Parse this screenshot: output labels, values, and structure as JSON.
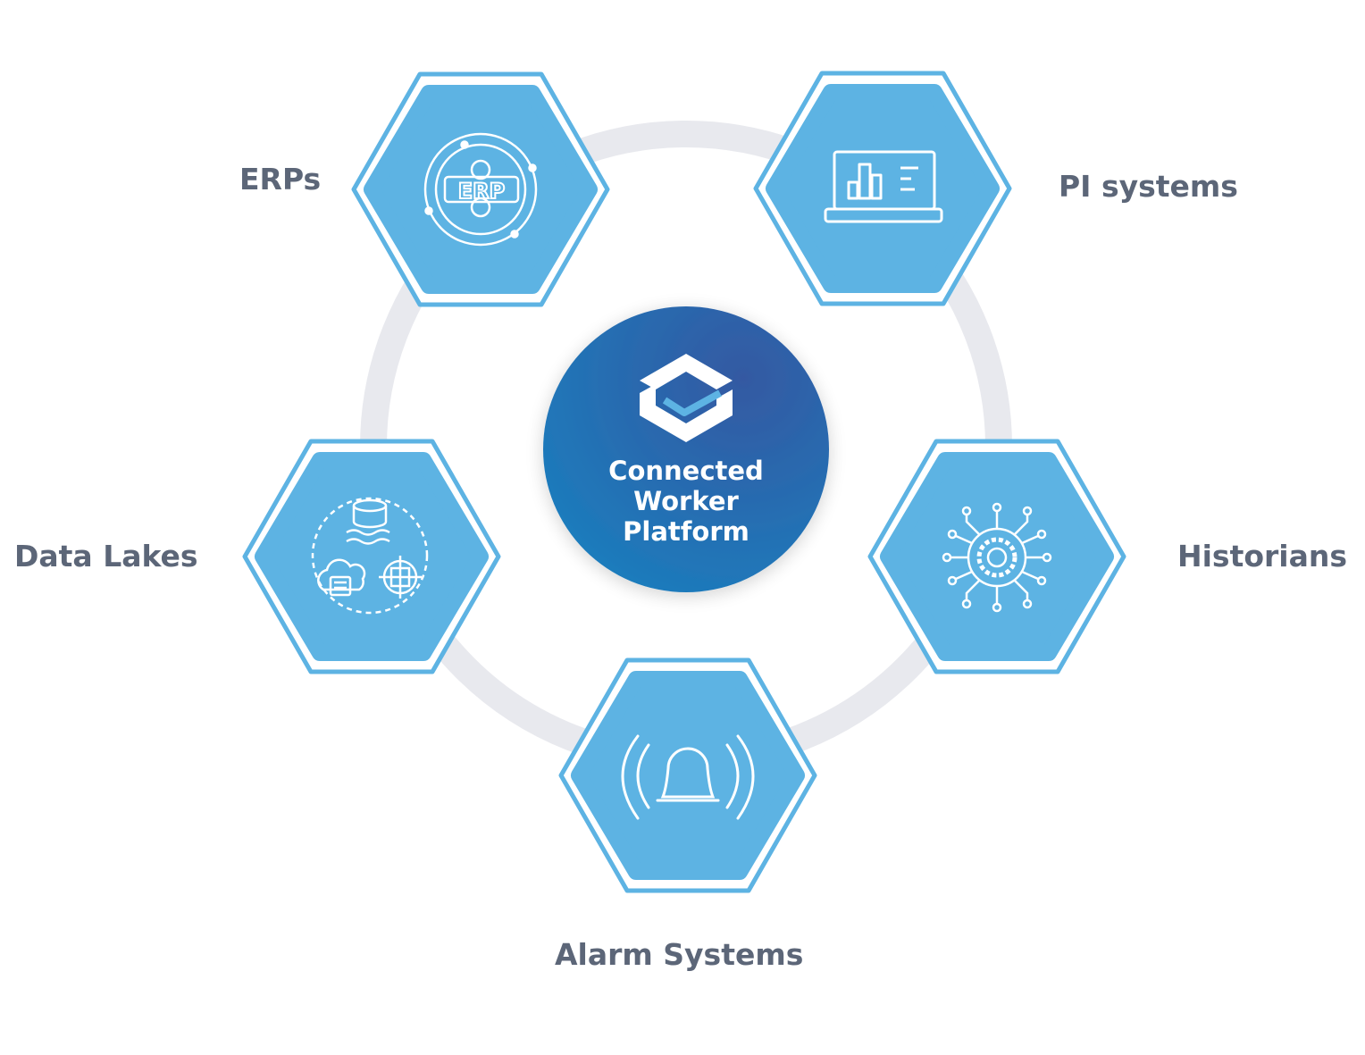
{
  "center": {
    "line1": "Connected",
    "line2": "Worker",
    "line3": "Platform",
    "logo_icon": "stacked-layers-check-logo",
    "gradient_start": "#2e5aa3",
    "gradient_end": "#1d7cbd"
  },
  "nodes": [
    {
      "id": "erps",
      "label": "ERPs",
      "icon": "erp-gear-icon",
      "icon_text": "ERP"
    },
    {
      "id": "pi-systems",
      "label": "PI systems",
      "icon": "laptop-chart-icon"
    },
    {
      "id": "data-lakes",
      "label": "Data Lakes",
      "icon": "database-cloud-network-icon"
    },
    {
      "id": "historians",
      "label": "Historians",
      "icon": "circuit-gear-icon"
    },
    {
      "id": "alarm-systems",
      "label": "Alarm Systems",
      "icon": "alarm-bell-icon"
    }
  ],
  "colors": {
    "hex_fill": "#5db3e3",
    "hex_outline": "#5db3e3",
    "ring": "#e8e9ee",
    "label_text": "#5c6678",
    "icon_stroke": "#ffffff"
  }
}
